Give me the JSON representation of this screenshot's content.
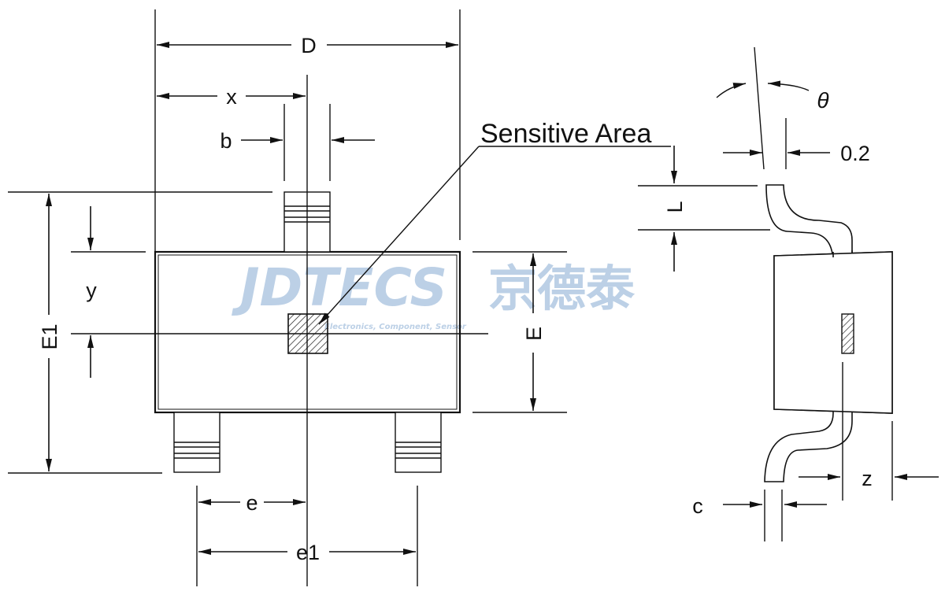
{
  "labels": {
    "D": "D",
    "x": "x",
    "b": "b",
    "y": "y",
    "E1": "E1",
    "E": "E",
    "e": "e",
    "e1": "e1",
    "sensitive_area": "Sensitive Area",
    "theta": "θ",
    "offset": "0.2",
    "L": "L",
    "z": "z",
    "c": "c"
  },
  "watermark": {
    "brand": "JDTECS",
    "chinese": "京德泰",
    "tagline": "Electronics, Component, Sensor"
  },
  "colors": {
    "line": "#111111",
    "watermark": "#bcd0e6"
  }
}
